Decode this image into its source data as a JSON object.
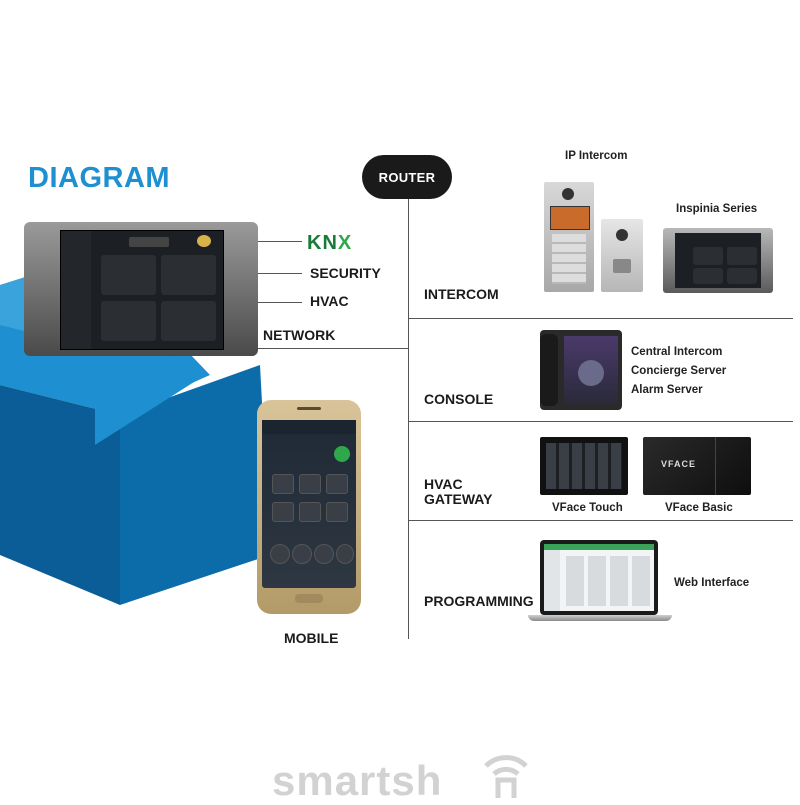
{
  "diagram": {
    "title": "DIAGRAM",
    "router": "ROUTER",
    "left_links": [
      "SECURITY",
      "HVAC",
      "NETWORK"
    ],
    "knx_logo": "KNX",
    "mobile": "MOBILE",
    "rows": [
      {
        "label": "INTERCOM"
      },
      {
        "label": "CONSOLE"
      },
      {
        "label_line1": "HVAC",
        "label_line2": "GATEWAY"
      },
      {
        "label": "PROGRAMMING"
      }
    ],
    "devices": {
      "ip_intercom": "IP Intercom",
      "inspinia": "Inspinia Series",
      "console_items": [
        "Central Intercom",
        "Concierge Server",
        "Alarm Server"
      ],
      "vface_touch": "VFace Touch",
      "vface_basic": "VFace Basic",
      "vface_logo": "VFACE",
      "web_interface": "Web Interface"
    },
    "watermark": "smartsh"
  },
  "colors": {
    "title_blue": "#1e8fd0",
    "cube_dark": "#0a5d96",
    "cube_light": "#1e8fd0",
    "knx_green": "#2ea84a"
  },
  "icons": [
    "knx-logo",
    "wifi-icon",
    "panel-screen-icons",
    "phone-icons"
  ]
}
